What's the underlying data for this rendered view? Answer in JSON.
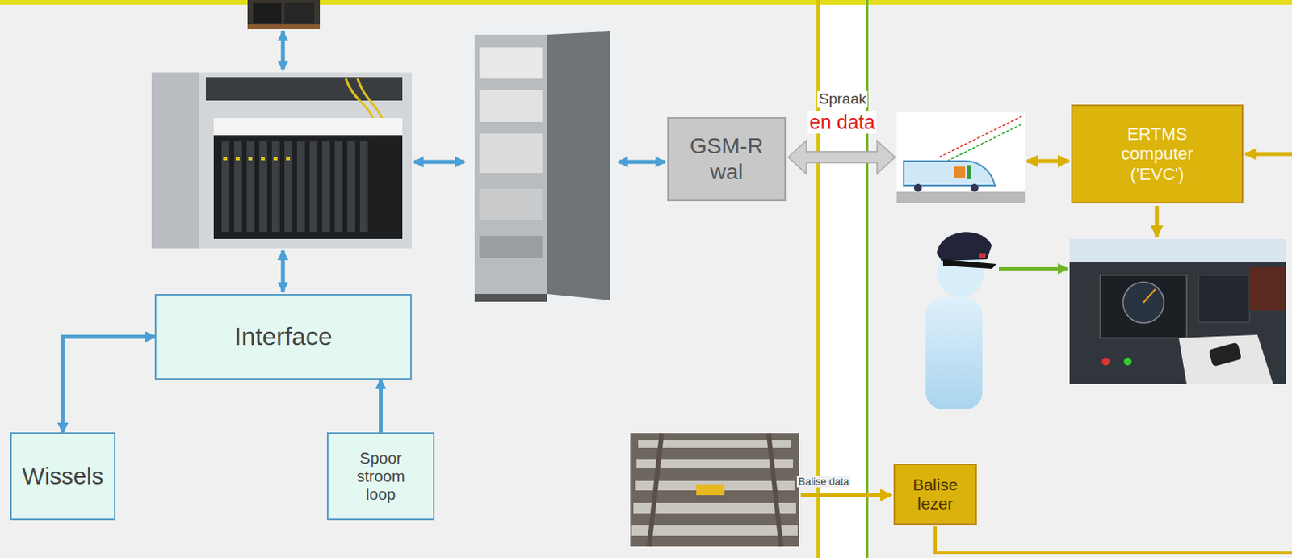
{
  "diagram": {
    "nodes": [
      {
        "text": [
          "GSM-R wal"
        ]
      },
      {
        "text": [
          "ERTMS computer ('EVC')"
        ]
      },
      {
        "text": [
          "Interface"
        ]
      },
      {
        "text": [
          "Wissels"
        ]
      },
      {
        "text": [
          "Spoor stroom loop"
        ]
      },
      {
        "text": [
          "Balise lezer"
        ]
      }
    ],
    "edges": [
      {
        "from": 2,
        "to": 3,
        "arrow": "both"
      },
      {
        "from": 4,
        "to": 2,
        "arrow": "to"
      }
    ],
    "labels": [
      "Spraak",
      "en data",
      "Balise data"
    ]
  }
}
